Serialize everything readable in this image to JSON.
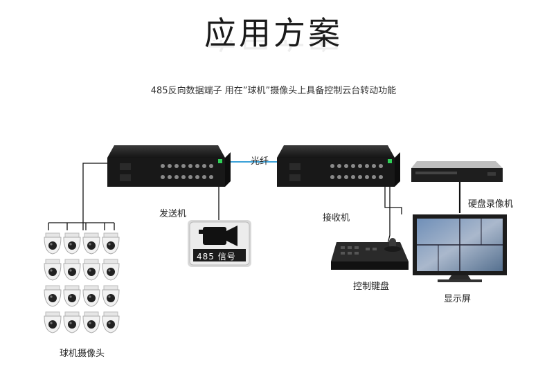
{
  "title": "应用方案",
  "subtitle": "485反向数据端子 用在”球机”摄像头上具备控制云台转动功能",
  "labels": {
    "fiber": "光纤",
    "transmitter": "发送机",
    "receiver": "接收机",
    "nvr": "硬盘录像机",
    "keyboard": "控制键盘",
    "monitor": "显示屏",
    "cameras": "球机摄像头",
    "signal_badge": "485 信号"
  },
  "colors": {
    "fiber_line": "#3aa0d8",
    "device_body": "#1b1b1b",
    "led_green": "#30d158"
  },
  "camera_count": 16
}
